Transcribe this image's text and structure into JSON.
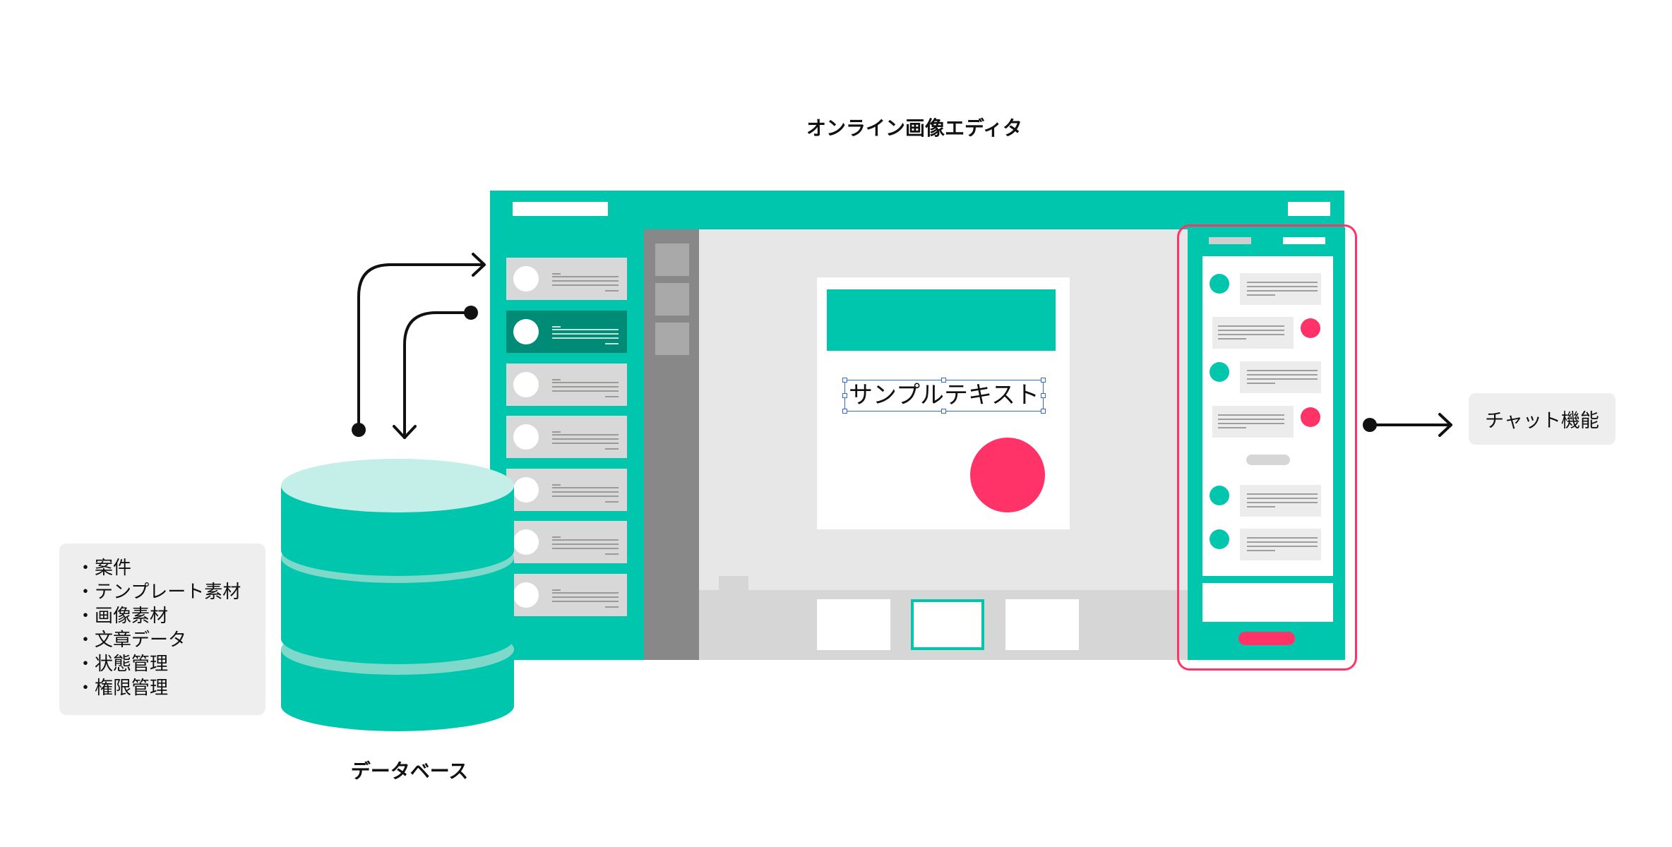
{
  "title": "オンライン画像エディタ",
  "editor": {
    "canvas_text": "サンプルテキスト"
  },
  "database": {
    "label": "データベース",
    "items": [
      "案件",
      "テンプレート素材",
      "画像素材",
      "文章データ",
      "状態管理",
      "権限管理"
    ]
  },
  "chat": {
    "label": "チャット機能"
  },
  "colors": {
    "accent": "#00c6ad",
    "accent_dark": "#008b77",
    "highlight": "#ff3367",
    "cylinder_top": "#c4eee8",
    "cylinder_band": "#7fd9cb"
  },
  "icons": [
    "arrow-right-icon",
    "arrow-down-icon",
    "dot-icon"
  ]
}
